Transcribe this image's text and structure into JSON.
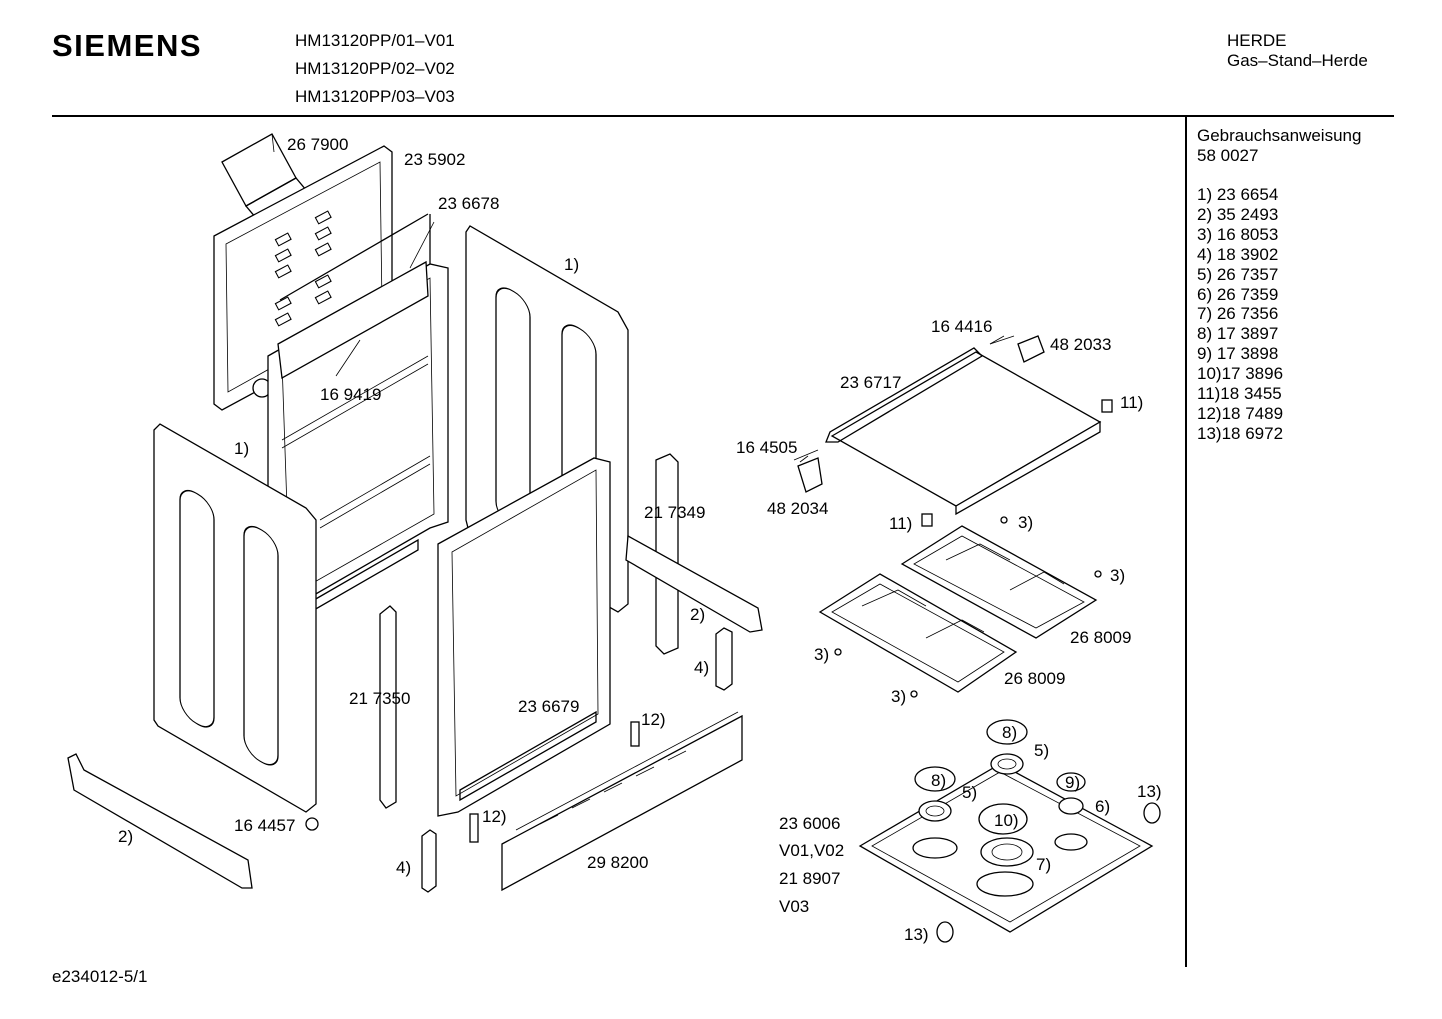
{
  "header": {
    "brand": "SIEMENS",
    "models": [
      "HM13120PP/01–V01",
      "HM13120PP/02–V02",
      "HM13120PP/03–V03"
    ],
    "category": "HERDE",
    "subcategory": "Gas–Stand–Herde"
  },
  "sidebar": {
    "manual_label": "Gebrauchsanweisung",
    "manual_number": "58 0027",
    "parts": [
      "1) 23 6654",
      "2) 35 2493",
      "3) 16 8053",
      "4) 18 3902",
      "5) 26 7357",
      "6) 26 7359",
      "7) 26 7356",
      "8) 17 3897",
      "9) 17 3898",
      "10)17 3896",
      "11)18 3455",
      "12)18 7489",
      "13)18 6972"
    ]
  },
  "diagram": {
    "labels": [
      {
        "id": "lbl-267900",
        "text": "26 7900"
      },
      {
        "id": "lbl-235902",
        "text": "23 5902"
      },
      {
        "id": "lbl-236678",
        "text": "23 6678"
      },
      {
        "id": "lbl-1-right",
        "text": "1)"
      },
      {
        "id": "lbl-169419",
        "text": "16 9419"
      },
      {
        "id": "lbl-1-left",
        "text": "1)"
      },
      {
        "id": "lbl-217349",
        "text": "21 7349"
      },
      {
        "id": "lbl-2-right",
        "text": "2)"
      },
      {
        "id": "lbl-4-right",
        "text": "4)"
      },
      {
        "id": "lbl-217350",
        "text": "21 7350"
      },
      {
        "id": "lbl-236679",
        "text": "23 6679"
      },
      {
        "id": "lbl-12-top",
        "text": "12)"
      },
      {
        "id": "lbl-12-bottom",
        "text": "12)"
      },
      {
        "id": "lbl-164457",
        "text": "16 4457"
      },
      {
        "id": "lbl-2-left",
        "text": "2)"
      },
      {
        "id": "lbl-4-bottom",
        "text": "4)"
      },
      {
        "id": "lbl-298200",
        "text": "29 8200"
      },
      {
        "id": "lbl-164416",
        "text": "16 4416"
      },
      {
        "id": "lbl-482033",
        "text": "48 2033"
      },
      {
        "id": "lbl-236717",
        "text": "23 6717"
      },
      {
        "id": "lbl-11-right",
        "text": "11)"
      },
      {
        "id": "lbl-164505",
        "text": "16 4505"
      },
      {
        "id": "lbl-482034",
        "text": "48 2034"
      },
      {
        "id": "lbl-11-left",
        "text": "11)"
      },
      {
        "id": "lbl-3-a",
        "text": "3)"
      },
      {
        "id": "lbl-3-b",
        "text": "3)"
      },
      {
        "id": "lbl-268009-a",
        "text": "26 8009"
      },
      {
        "id": "lbl-3-c",
        "text": "3)"
      },
      {
        "id": "lbl-268009-b",
        "text": "26 8009"
      },
      {
        "id": "lbl-3-d",
        "text": "3)"
      },
      {
        "id": "lbl-8-a",
        "text": "8)"
      },
      {
        "id": "lbl-5-a",
        "text": "5)"
      },
      {
        "id": "lbl-8-b",
        "text": "8)"
      },
      {
        "id": "lbl-5-b",
        "text": "5)"
      },
      {
        "id": "lbl-9",
        "text": "9)"
      },
      {
        "id": "lbl-6",
        "text": "6)"
      },
      {
        "id": "lbl-13-right",
        "text": "13)"
      },
      {
        "id": "lbl-10",
        "text": "10)"
      },
      {
        "id": "lbl-7",
        "text": "7)"
      },
      {
        "id": "lbl-236006",
        "text": "23 6006"
      },
      {
        "id": "lbl-v01v02",
        "text": "V01,V02"
      },
      {
        "id": "lbl-218907",
        "text": "21 8907"
      },
      {
        "id": "lbl-v03",
        "text": "V03"
      },
      {
        "id": "lbl-13-bottom",
        "text": "13)"
      }
    ]
  },
  "footer": {
    "code": "e234012-5/1"
  }
}
